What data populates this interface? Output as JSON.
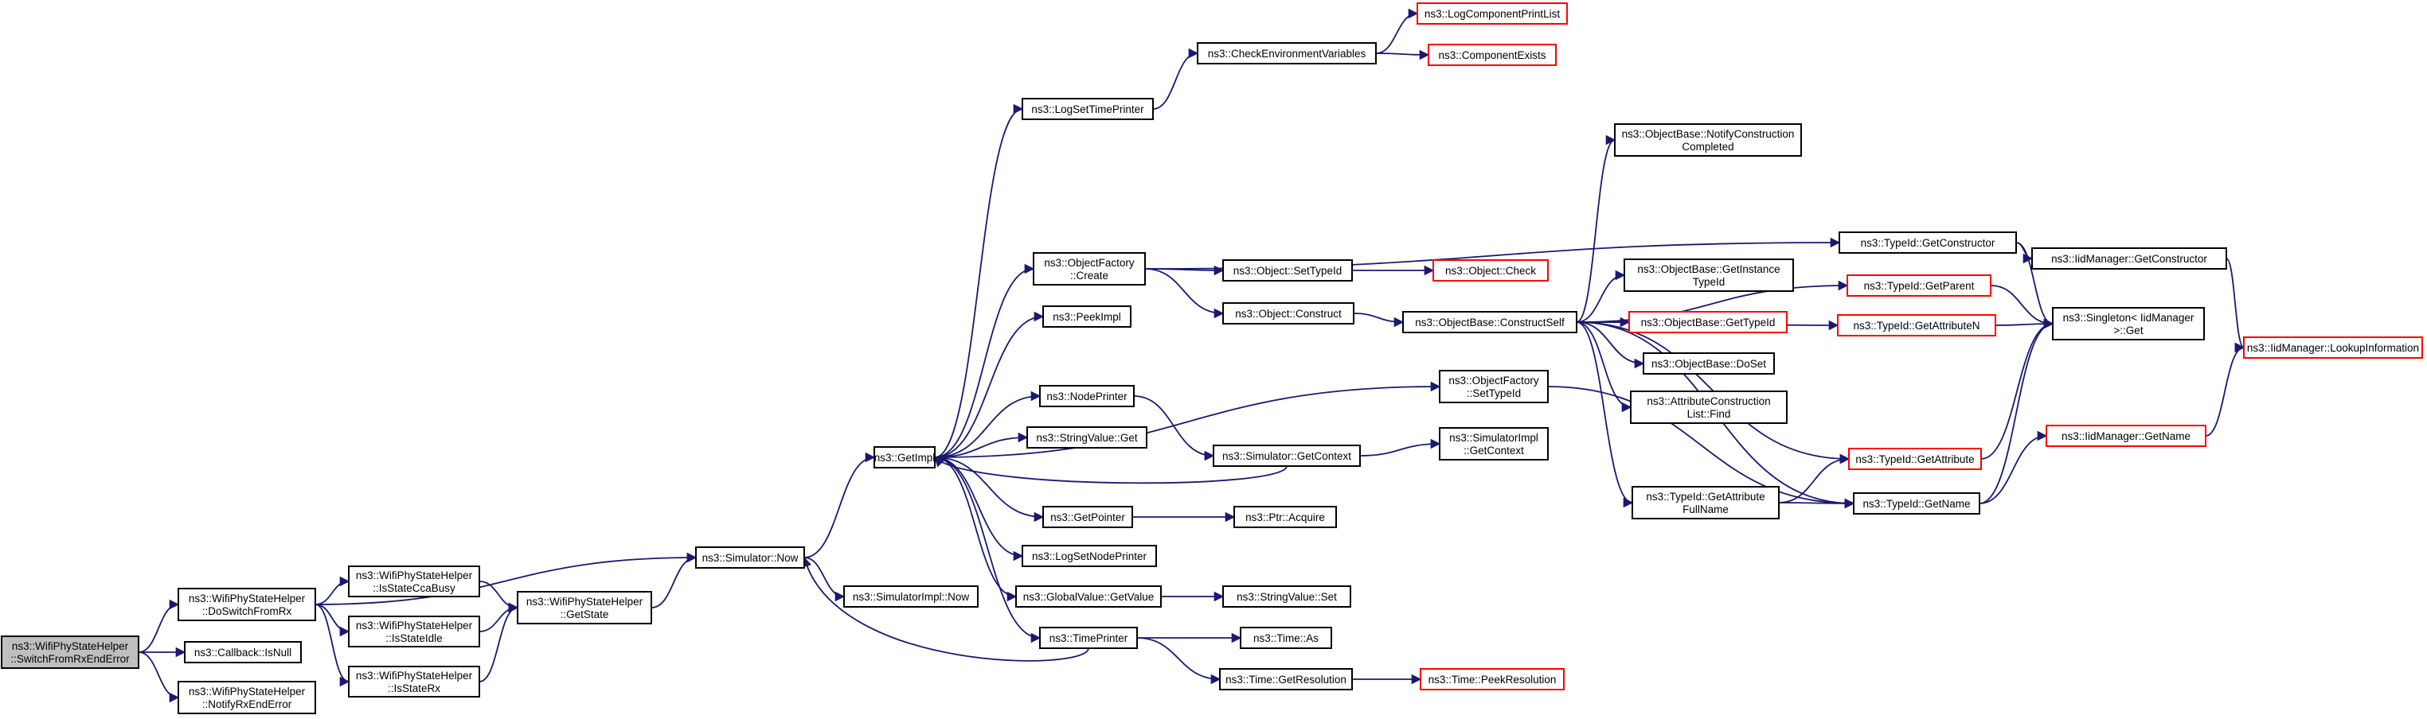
{
  "diagram": {
    "type": "call-graph",
    "colors": {
      "edge": "#191970",
      "node_border": "#000000",
      "truncated_border": "#ff0000",
      "current_fill": "#bfbfbf"
    },
    "nodes": [
      {
        "id": "root",
        "lines": [
          "ns3::WifiPhyStateHelper",
          "::SwitchFromRxEndError"
        ],
        "style": "current"
      },
      {
        "id": "doSwitch",
        "lines": [
          "ns3::WifiPhyStateHelper",
          "::DoSwitchFromRx"
        ],
        "style": "normal"
      },
      {
        "id": "cbIsNull",
        "lines": [
          "ns3::Callback::IsNull"
        ],
        "style": "normal"
      },
      {
        "id": "notifyRx",
        "lines": [
          "ns3::WifiPhyStateHelper",
          "::NotifyRxEndError"
        ],
        "style": "normal"
      },
      {
        "id": "isCca",
        "lines": [
          "ns3::WifiPhyStateHelper",
          "::IsStateCcaBusy"
        ],
        "style": "normal"
      },
      {
        "id": "isIdle",
        "lines": [
          "ns3::WifiPhyStateHelper",
          "::IsStateIdle"
        ],
        "style": "normal"
      },
      {
        "id": "isRx",
        "lines": [
          "ns3::WifiPhyStateHelper",
          "::IsStateRx"
        ],
        "style": "normal"
      },
      {
        "id": "getState",
        "lines": [
          "ns3::WifiPhyStateHelper",
          "::GetState"
        ],
        "style": "normal"
      },
      {
        "id": "simNow",
        "lines": [
          "ns3::Simulator::Now"
        ],
        "style": "normal"
      },
      {
        "id": "simImplNow",
        "lines": [
          "ns3::SimulatorImpl::Now"
        ],
        "style": "normal"
      },
      {
        "id": "getImpl",
        "lines": [
          "ns3::GetImpl"
        ],
        "style": "normal"
      },
      {
        "id": "logSetTime",
        "lines": [
          "ns3::LogSetTimePrinter"
        ],
        "style": "normal"
      },
      {
        "id": "checkEnv",
        "lines": [
          "ns3::CheckEnvironmentVariables"
        ],
        "style": "normal"
      },
      {
        "id": "logCompPrint",
        "lines": [
          "ns3::LogComponentPrintList"
        ],
        "style": "red"
      },
      {
        "id": "compExists",
        "lines": [
          "ns3::ComponentExists"
        ],
        "style": "red"
      },
      {
        "id": "objFactCreate",
        "lines": [
          "ns3::ObjectFactory",
          "::Create"
        ],
        "style": "normal"
      },
      {
        "id": "peekImpl",
        "lines": [
          "ns3::PeekImpl"
        ],
        "style": "normal"
      },
      {
        "id": "nodePrinter",
        "lines": [
          "ns3::NodePrinter"
        ],
        "style": "normal"
      },
      {
        "id": "stringGet",
        "lines": [
          "ns3::StringValue::Get"
        ],
        "style": "normal"
      },
      {
        "id": "getPointer",
        "lines": [
          "ns3::GetPointer"
        ],
        "style": "normal"
      },
      {
        "id": "logSetNode",
        "lines": [
          "ns3::LogSetNodePrinter"
        ],
        "style": "normal"
      },
      {
        "id": "globalGet",
        "lines": [
          "ns3::GlobalValue::GetValue"
        ],
        "style": "normal"
      },
      {
        "id": "timePrinter",
        "lines": [
          "ns3::TimePrinter"
        ],
        "style": "normal"
      },
      {
        "id": "objSetTypeId",
        "lines": [
          "ns3::Object::SetTypeId"
        ],
        "style": "normal"
      },
      {
        "id": "objConstruct",
        "lines": [
          "ns3::Object::Construct"
        ],
        "style": "normal"
      },
      {
        "id": "simGetContext",
        "lines": [
          "ns3::Simulator::GetContext"
        ],
        "style": "normal"
      },
      {
        "id": "ptrAcquire",
        "lines": [
          "ns3::Ptr::Acquire"
        ],
        "style": "normal"
      },
      {
        "id": "stringSet",
        "lines": [
          "ns3::StringValue::Set"
        ],
        "style": "normal"
      },
      {
        "id": "timeAs",
        "lines": [
          "ns3::Time::As"
        ],
        "style": "normal"
      },
      {
        "id": "timeGetRes",
        "lines": [
          "ns3::Time::GetResolution"
        ],
        "style": "normal"
      },
      {
        "id": "objCheck",
        "lines": [
          "ns3::Object::Check"
        ],
        "style": "red"
      },
      {
        "id": "constructSelf",
        "lines": [
          "ns3::ObjectBase::ConstructSelf"
        ],
        "style": "normal"
      },
      {
        "id": "ofSetTypeId",
        "lines": [
          "ns3::ObjectFactory",
          "::SetTypeId"
        ],
        "style": "normal"
      },
      {
        "id": "simImplGetCtx",
        "lines": [
          "ns3::SimulatorImpl",
          "::GetContext"
        ],
        "style": "normal"
      },
      {
        "id": "timePeekRes",
        "lines": [
          "ns3::Time::PeekResolution"
        ],
        "style": "red"
      },
      {
        "id": "notifyConstr",
        "lines": [
          "ns3::ObjectBase::NotifyConstruction",
          "Completed"
        ],
        "style": "normal"
      },
      {
        "id": "getInstTid",
        "lines": [
          "ns3::ObjectBase::GetInstance",
          "TypeId"
        ],
        "style": "normal"
      },
      {
        "id": "obGetTid",
        "lines": [
          "ns3::ObjectBase::GetTypeId"
        ],
        "style": "red"
      },
      {
        "id": "doSet",
        "lines": [
          "ns3::ObjectBase::DoSet"
        ],
        "style": "normal"
      },
      {
        "id": "attrFind",
        "lines": [
          "ns3::AttributeConstruction",
          "List::Find"
        ],
        "style": "normal"
      },
      {
        "id": "getAttrFull",
        "lines": [
          "ns3::TypeId::GetAttribute",
          "FullName"
        ],
        "style": "normal"
      },
      {
        "id": "tidGetCtor",
        "lines": [
          "ns3::TypeId::GetConstructor"
        ],
        "style": "normal"
      },
      {
        "id": "tidGetParent",
        "lines": [
          "ns3::TypeId::GetParent"
        ],
        "style": "red"
      },
      {
        "id": "tidGetAttrN",
        "lines": [
          "ns3::TypeId::GetAttributeN"
        ],
        "style": "red"
      },
      {
        "id": "tidGetAttr",
        "lines": [
          "ns3::TypeId::GetAttribute"
        ],
        "style": "red"
      },
      {
        "id": "tidGetName",
        "lines": [
          "ns3::TypeId::GetName"
        ],
        "style": "normal"
      },
      {
        "id": "iidGetCtor",
        "lines": [
          "ns3::IidManager::GetConstructor"
        ],
        "style": "normal"
      },
      {
        "id": "singletonGet",
        "lines": [
          "ns3::Singleton< IidManager",
          ">::Get"
        ],
        "style": "normal"
      },
      {
        "id": "iidGetName",
        "lines": [
          "ns3::IidManager::GetName"
        ],
        "style": "red"
      },
      {
        "id": "iidLookup",
        "lines": [
          "ns3::IidManager::LookupInformation"
        ],
        "style": "red"
      }
    ],
    "edges": [
      [
        "root",
        "doSwitch"
      ],
      [
        "root",
        "cbIsNull"
      ],
      [
        "root",
        "notifyRx"
      ],
      [
        "doSwitch",
        "simNow"
      ],
      [
        "doSwitch",
        "isCca"
      ],
      [
        "doSwitch",
        "isIdle"
      ],
      [
        "doSwitch",
        "isRx"
      ],
      [
        "isCca",
        "getState"
      ],
      [
        "isIdle",
        "getState"
      ],
      [
        "isRx",
        "getState"
      ],
      [
        "getState",
        "simNow"
      ],
      [
        "simNow",
        "getImpl"
      ],
      [
        "simNow",
        "simImplNow"
      ],
      [
        "getImpl",
        "logSetTime"
      ],
      [
        "getImpl",
        "objFactCreate"
      ],
      [
        "getImpl",
        "peekImpl"
      ],
      [
        "getImpl",
        "nodePrinter"
      ],
      [
        "getImpl",
        "stringGet"
      ],
      [
        "getImpl",
        "getPointer"
      ],
      [
        "getImpl",
        "logSetNode"
      ],
      [
        "getImpl",
        "globalGet"
      ],
      [
        "getImpl",
        "timePrinter"
      ],
      [
        "getImpl",
        "ofSetTypeId"
      ],
      [
        "logSetTime",
        "checkEnv"
      ],
      [
        "checkEnv",
        "logCompPrint"
      ],
      [
        "checkEnv",
        "compExists"
      ],
      [
        "objFactCreate",
        "objSetTypeId"
      ],
      [
        "objFactCreate",
        "objConstruct"
      ],
      [
        "objFactCreate",
        "tidGetCtor"
      ],
      [
        "objSetTypeId",
        "objCheck"
      ],
      [
        "objConstruct",
        "constructSelf"
      ],
      [
        "nodePrinter",
        "simGetContext"
      ],
      [
        "simGetContext",
        "getImpl"
      ],
      [
        "simGetContext",
        "simImplGetCtx"
      ],
      [
        "getPointer",
        "ptrAcquire"
      ],
      [
        "globalGet",
        "stringSet"
      ],
      [
        "timePrinter",
        "simNow"
      ],
      [
        "timePrinter",
        "timeAs"
      ],
      [
        "timePrinter",
        "timeGetRes"
      ],
      [
        "timeGetRes",
        "timePeekRes"
      ],
      [
        "constructSelf",
        "notifyConstr"
      ],
      [
        "constructSelf",
        "getInstTid"
      ],
      [
        "constructSelf",
        "obGetTid"
      ],
      [
        "constructSelf",
        "doSet"
      ],
      [
        "constructSelf",
        "attrFind"
      ],
      [
        "constructSelf",
        "getAttrFull"
      ],
      [
        "constructSelf",
        "tidGetParent"
      ],
      [
        "constructSelf",
        "tidGetAttrN"
      ],
      [
        "constructSelf",
        "tidGetAttr"
      ],
      [
        "constructSelf",
        "tidGetName"
      ],
      [
        "ofSetTypeId",
        "tidGetName"
      ],
      [
        "getAttrFull",
        "tidGetAttr"
      ],
      [
        "getAttrFull",
        "tidGetName"
      ],
      [
        "tidGetCtor",
        "iidGetCtor"
      ],
      [
        "tidGetCtor",
        "singletonGet"
      ],
      [
        "tidGetParent",
        "singletonGet"
      ],
      [
        "tidGetAttrN",
        "singletonGet"
      ],
      [
        "tidGetAttr",
        "singletonGet"
      ],
      [
        "tidGetName",
        "iidGetName"
      ],
      [
        "tidGetName",
        "singletonGet"
      ],
      [
        "iidGetCtor",
        "iidLookup"
      ],
      [
        "iidGetName",
        "iidLookup"
      ]
    ]
  }
}
